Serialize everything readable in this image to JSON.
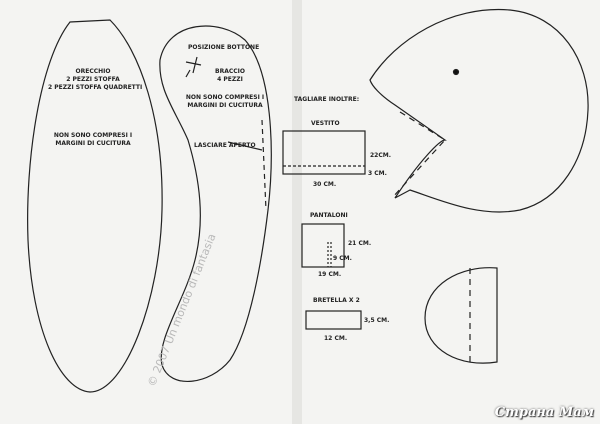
{
  "watermark": "© 2007 Un mondo di fantasia",
  "logo": "Страна Мам",
  "ear": {
    "title": "ORECCHIO",
    "line1": "2 PEZZI STOFFA",
    "line2": "2 PEZZI STOFFA QUADRETTI",
    "note1": "NON SONO COMPRESI I",
    "note2": "MARGINI DI CUCITURA"
  },
  "arm": {
    "button": "POSIZIONE BOTTONE",
    "title": "BRACCIO",
    "pieces": "4 PEZZI",
    "note1": "NON SONO COMPRESI I",
    "note2": "MARGINI DI CUCITURA",
    "open": "LASCIARE APERTO"
  },
  "extra": {
    "heading": "TAGLIARE INOLTRE:",
    "dress": {
      "title": "VESTITO",
      "height": "22CM.",
      "width": "30 CM.",
      "hem": "3 CM."
    },
    "trousers": {
      "title": "PANTALONI",
      "height": "21 CM.",
      "width": "19 CM.",
      "slit": "9 CM."
    },
    "strap": {
      "title": "BRETELLA  X 2",
      "height": "3,5 CM.",
      "width": "12 CM."
    }
  }
}
